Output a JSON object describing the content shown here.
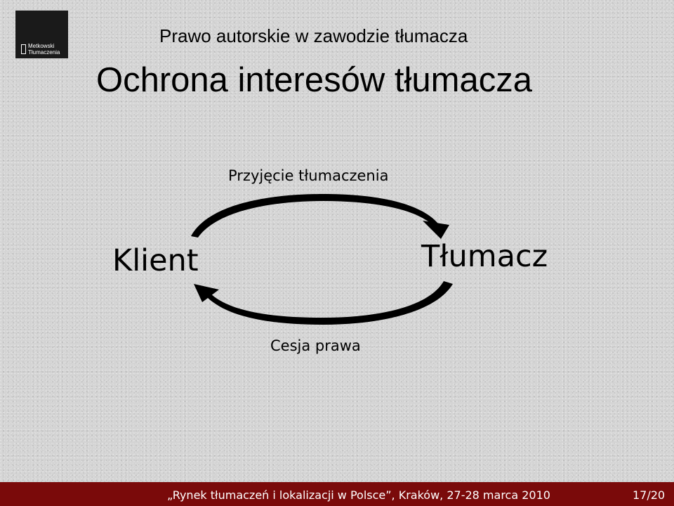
{
  "logo": {
    "line1": "Metkowski",
    "line2": "Tłumaczenia"
  },
  "header": {
    "subtitle": "Prawo autorskie w zawodzie tłumacza",
    "title": "Ochrona interesów tłumacza"
  },
  "diagram": {
    "top_label": "Przyjęcie tłumaczenia",
    "bottom_label": "Cesja prawa",
    "left_node": "Klient",
    "right_node": "Tłumacz"
  },
  "footer": {
    "text": "„Rynek tłumaczeń i lokalizacji w Polsce”, Kraków, 27-28 marca 2010",
    "page": "17/20",
    "color": "#7a0a0a"
  }
}
